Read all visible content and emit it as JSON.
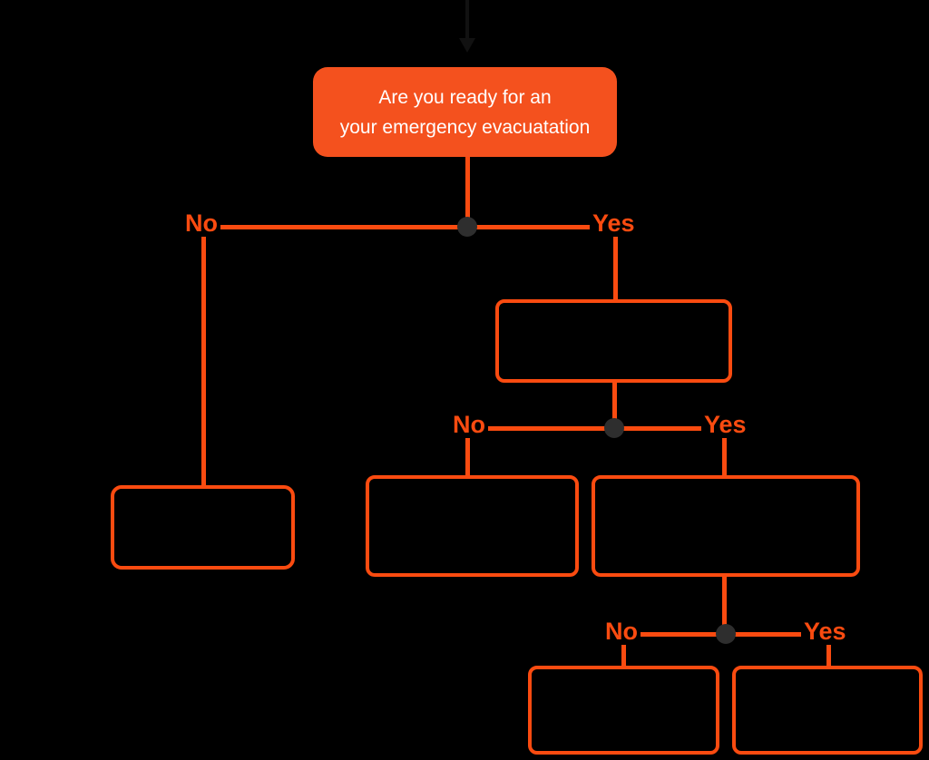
{
  "diagram": {
    "root_question": {
      "line1": "Are you ready for an",
      "line2": "your emergency evacuatation"
    },
    "edge_labels": {
      "level1": {
        "no": "No",
        "yes": "Yes"
      },
      "level2": {
        "no": "No",
        "yes": "Yes"
      },
      "level3": {
        "no": "No",
        "yes": "Yes"
      }
    }
  },
  "colors": {
    "background": "#000000",
    "accent_orange": "#FA4B10",
    "root_node_fill": "#F4511E",
    "root_node_text": "#FFFFFF",
    "junction_dot": "#2E2E2E",
    "incoming_arrow": "#111111"
  }
}
